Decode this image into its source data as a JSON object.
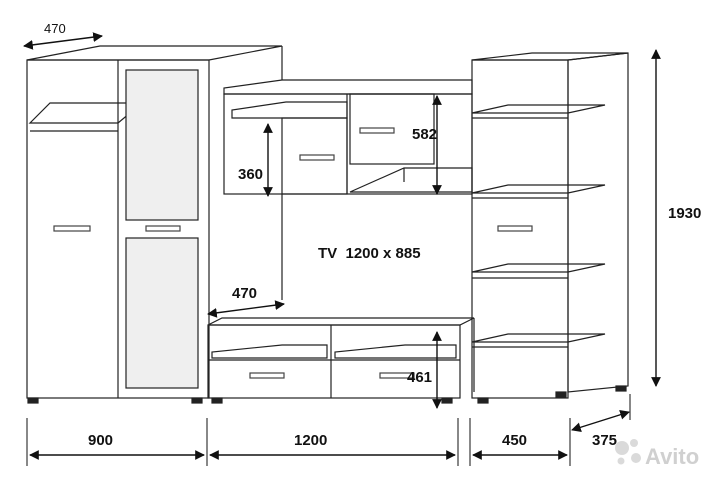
{
  "dimensions": {
    "depth_top_left": "470",
    "height_upper_open_box": "360",
    "height_upper_cabinet": "582",
    "tv_label": "TV  1200 x 885",
    "depth_tv_stand": "470",
    "height_tv_stand": "461",
    "total_height": "1930",
    "width_wardrobe": "900",
    "width_tv_section": "1200",
    "width_shelf_unit": "450",
    "width_corner": "375"
  },
  "watermark": {
    "text": "Avito"
  },
  "colors": {
    "line": "#222222",
    "glass": "#efefef",
    "handle": "#444444"
  }
}
